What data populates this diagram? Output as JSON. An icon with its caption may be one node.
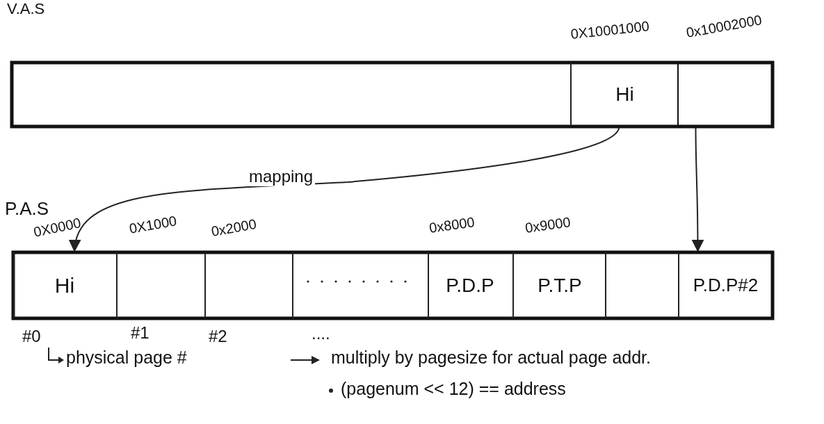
{
  "diagram": {
    "nodes": [
      {
        "text": [],
        "shape": "bar"
      },
      {
        "text": [
          "Hi"
        ],
        "in": 0,
        "beside": [
          "0X10001000"
        ]
      },
      {
        "text": [],
        "shape": "box",
        "in": 0,
        "beside": [
          "0x10002000"
        ]
      },
      {
        "text": [],
        "shape": "bar",
        "beside": [
          "P.A.S"
        ]
      },
      {
        "text": [
          "Hi"
        ],
        "in": 3,
        "beside": [
          "0X0000"
        ]
      },
      {
        "text": [
          "P.D.P"
        ],
        "in": 3,
        "beside": [
          "0x8000"
        ]
      },
      {
        "text": [
          "P.T.P"
        ],
        "in": 3,
        "beside": [
          "0x9000"
        ]
      },
      {
        "text": [
          "P.D.P#2"
        ],
        "in": 3
      }
    ],
    "edges": [
      {
        "from": 1,
        "to": 4,
        "arrow": "to",
        "label": "mapping"
      },
      {
        "from": 2,
        "to": 7,
        "arrow": "to"
      }
    ],
    "labels": [
      "V.A.S",
      "0X1000",
      "0x2000",
      "#0",
      "#1",
      "#2",
      "....",
      "physical page #",
      "multiply by pagesize for actual page addr.",
      "(pagenum << 12) == address"
    ]
  }
}
